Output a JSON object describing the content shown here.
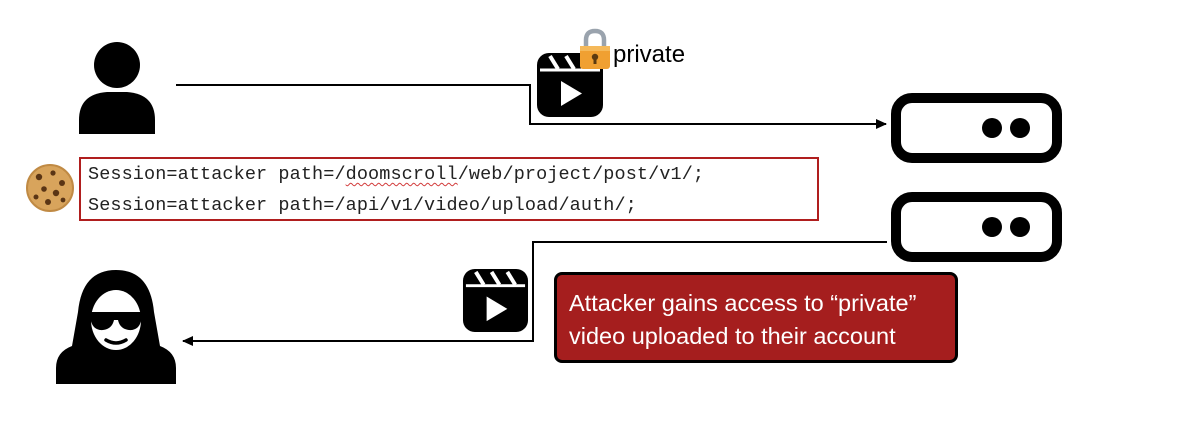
{
  "diagram": {
    "private_label": "private",
    "cookies": [
      {
        "prefix": "Session=attacker path=/",
        "squiggle": "doomscroll",
        "suffix": "/web/project/post/v1/;"
      },
      {
        "prefix": "Session=attacker path=/api/v1/video/upload/auth/;",
        "squiggle": "",
        "suffix": ""
      }
    ],
    "callout": {
      "line1": "Attacker gains access to “private”",
      "line2": "video uploaded to their account"
    },
    "colors": {
      "accent_red": "#a51e1e",
      "box_border_red": "#b01e1e",
      "lock_orange": "#f0a032",
      "cookie_tan": "#d8a45c"
    },
    "icons": [
      "user-icon",
      "video-clapper-icon",
      "lock-icon",
      "server-icon",
      "cookie-icon",
      "hacker-icon"
    ]
  }
}
